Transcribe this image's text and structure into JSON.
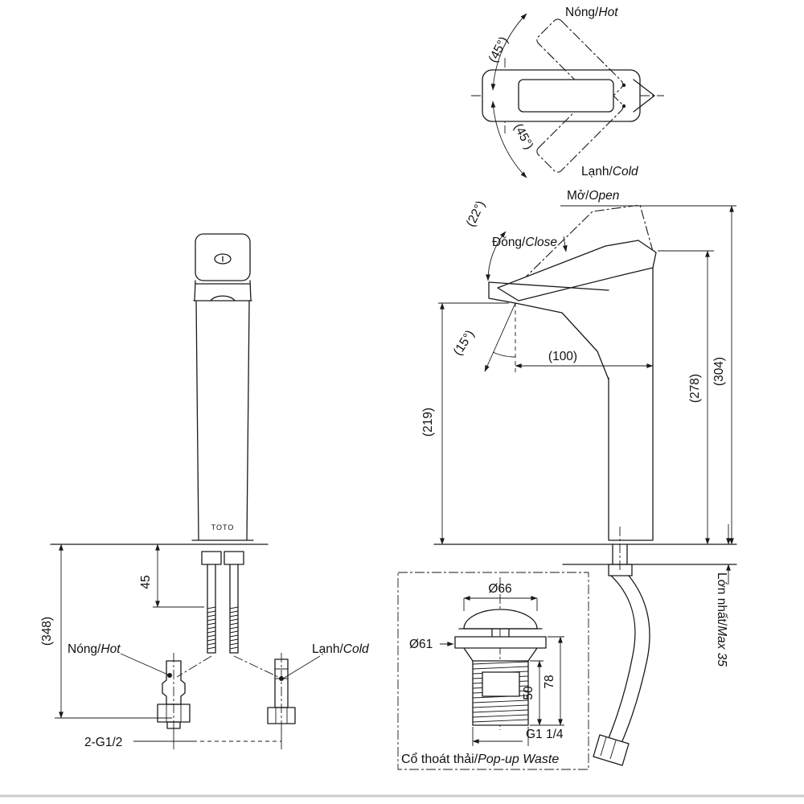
{
  "colors": {
    "line": "#1a1a1a",
    "divider": "#cccccc"
  },
  "top_view": {
    "hot": {
      "vi": "Nóng/",
      "en": "Hot"
    },
    "cold": {
      "vi": "Lạnh/",
      "en": "Cold"
    },
    "angle_up": "(45°)",
    "angle_down": "(45°)"
  },
  "side_view": {
    "open": {
      "vi": "Mở/",
      "en": "Open"
    },
    "close": {
      "vi": "Đóng/",
      "en": "Close"
    },
    "angle_open": "(22°)",
    "angle_spout": "(15°)",
    "reach": "(100)",
    "spout_height": "(219)",
    "body_height": "(278)",
    "total_height": "(304)",
    "max_counter": {
      "vi": "Lớn nhất/",
      "en": "Max 35"
    }
  },
  "front_view": {
    "shank_length": "45",
    "hose_length": "(348)",
    "hot": {
      "vi": "Nóng/",
      "en": "Hot"
    },
    "cold": {
      "vi": "Lạnh/",
      "en": "Cold"
    },
    "thread": "2-G1/2",
    "brand": "TOTO"
  },
  "popup_waste": {
    "cap_dia": "Ø66",
    "flange_dia": "Ø61",
    "height": "78",
    "thread_length": "50",
    "thread": "G1 1/4",
    "caption": {
      "vi": "Cổ thoát thải/",
      "en": "Pop-up Waste"
    }
  }
}
